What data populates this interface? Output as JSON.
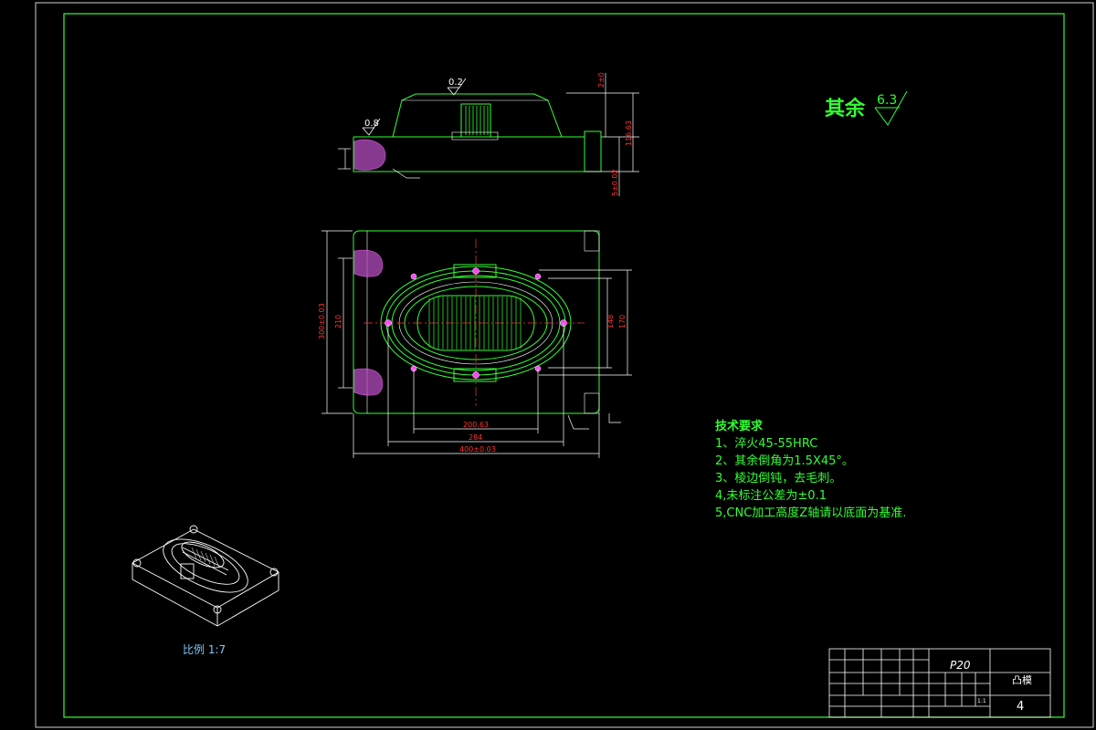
{
  "sheet": {
    "roughness_label": "其余",
    "roughness_value": "6.3",
    "scale_note": "比例 1:7"
  },
  "dimensions": {
    "top_02": "0.2",
    "top_08": "0.8",
    "top_side1": "2±0",
    "top_side2": "116.63",
    "top_side3": "5±0.02",
    "plan_height": "300±0.03",
    "plan_inner_h": "210",
    "plan_148": "148",
    "plan_170": "170",
    "plan_bottom1": "200.63",
    "plan_bottom2": "284",
    "plan_bottom3": "400±0.03"
  },
  "tech": {
    "title": "技术要求",
    "items": [
      "1、淬火45-55HRC",
      "2、其余倒角为1.5X45°。",
      "3、棱边倒钝，去毛刺。",
      "4,未标注公差为±0.1",
      "5,CNC加工高度Z轴请以底面为基准."
    ]
  },
  "title_block": {
    "material": "P20",
    "part_name": "凸模",
    "sheet_no": "4",
    "ratio": "1:1"
  }
}
